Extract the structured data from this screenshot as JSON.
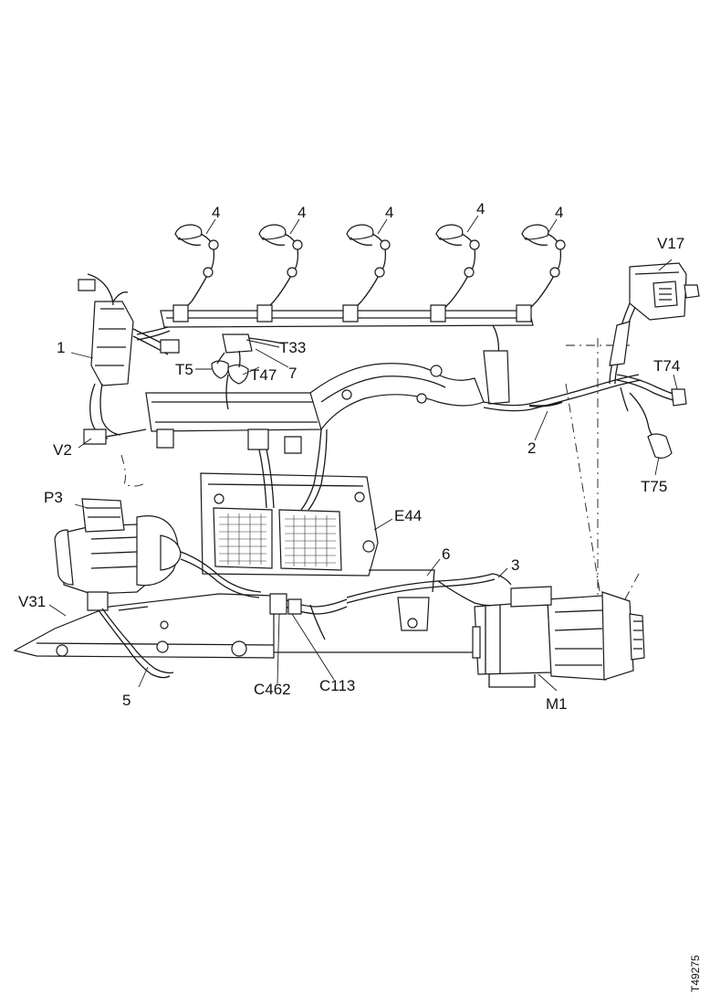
{
  "figure_ref": "T49275",
  "callouts": {
    "injector_1": "4",
    "injector_2": "4",
    "injector_3": "4",
    "injector_4": "4",
    "injector_5": "4",
    "c1": "1",
    "c2": "2",
    "c3": "3",
    "c5": "5",
    "c6": "6",
    "c7": "7",
    "V17": "V17",
    "T74": "T74",
    "T75": "T75",
    "T33": "T33",
    "T5": "T5",
    "T47": "T47",
    "V2": "V2",
    "P3": "P3",
    "E44": "E44",
    "V31": "V31",
    "C462": "C462",
    "C113": "C113",
    "M1": "M1"
  }
}
